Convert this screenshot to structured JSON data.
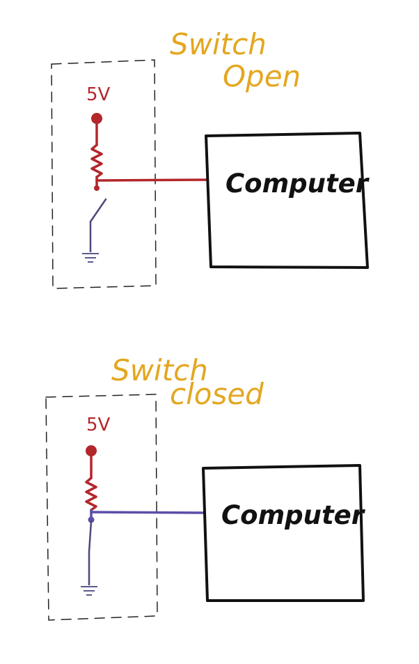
{
  "colors": {
    "open_wire": "#b3262b",
    "closed_wire": "#5a4fa8",
    "label_amber": "#e3a720",
    "label_red": "#b3262b",
    "ink": "#111111"
  },
  "panels": [
    {
      "state": "open",
      "title_line1": "Switch",
      "title_line2": "Open",
      "voltage": "5V",
      "computer_label": "Computer"
    },
    {
      "state": "closed",
      "title_line1": "Switch",
      "title_line2": "closed",
      "voltage": "5V",
      "computer_label": "Computer"
    }
  ]
}
